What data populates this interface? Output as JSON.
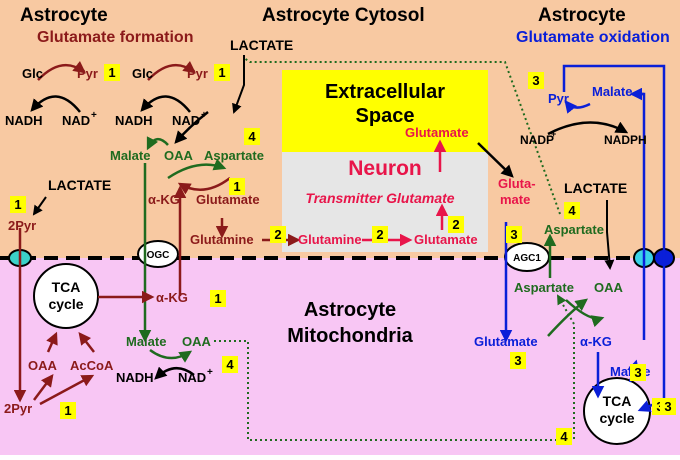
{
  "headers": {
    "left_title": "Astrocyte",
    "left_subtitle": "Glutamate formation",
    "center_title": "Astrocyte Cytosol",
    "right_title": "Astrocyte",
    "right_subtitle": "Glutamate oxidation"
  },
  "regions": {
    "extracellular": [
      "Extracellular",
      "Space"
    ],
    "neuron": "Neuron",
    "transmitter": "Transmitter Glutamate",
    "mito": [
      "Astrocyte",
      "Mitochondria"
    ]
  },
  "metabolites": {
    "glc": "Glc",
    "pyr": "Pyr",
    "nadh": "NADH",
    "nad": "NAD",
    "nad_sup": "+",
    "lactate": "LACTATE",
    "malate": "Malate",
    "oaa": "OAA",
    "aspartate": "Aspartate",
    "akg": "α-KG",
    "glutamate": "Glutamate",
    "glutamine": "Glutamine",
    "pyr2": "2Pyr",
    "acoa": "AcCoA",
    "tca": [
      "TCA",
      "cycle"
    ],
    "nadp": "NADP",
    "nadph": "NADPH",
    "gluta": [
      "Gluta-",
      "mate"
    ]
  },
  "transporters": {
    "ogc": "OGC",
    "agc1": "AGC1"
  },
  "step_badges": [
    "1",
    "1",
    "4",
    "1",
    "1",
    "2",
    "2",
    "2",
    "3",
    "4",
    "1",
    "1",
    "4",
    "3",
    "4",
    "3",
    "3",
    "3",
    "3"
  ],
  "colors": {
    "cytosol_bg": "#f8c9a2",
    "mito_bg": "#f8c6f4",
    "extracellular": "#ffff00",
    "neuron_bg": "#e6e6e6",
    "formation": "#8b1a1a",
    "aspartate_green": "#1f6b1f",
    "oxidation_blue": "#0a1fd8",
    "neuron_red": "#e8154a",
    "badge": "#ffff00"
  }
}
